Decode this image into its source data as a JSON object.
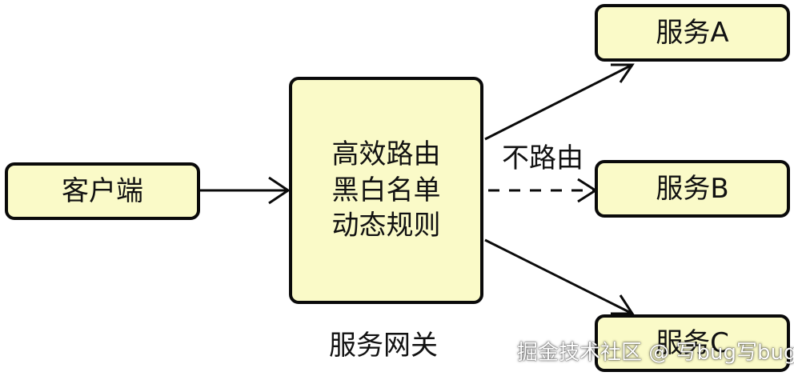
{
  "nodes": {
    "client": "客户端",
    "gateway": {
      "lines": [
        "高效路由",
        "黑白名单",
        "动态规则"
      ],
      "caption": "服务网关"
    },
    "service_a": "服务A",
    "service_b": "服务B",
    "service_c": "服务C"
  },
  "edges": {
    "no_route_label": "不路由"
  },
  "colors": {
    "node_fill": "#fafac8",
    "stroke": "#0a0a0a"
  },
  "watermark": "掘金技术社区 @ 写bug写bug"
}
